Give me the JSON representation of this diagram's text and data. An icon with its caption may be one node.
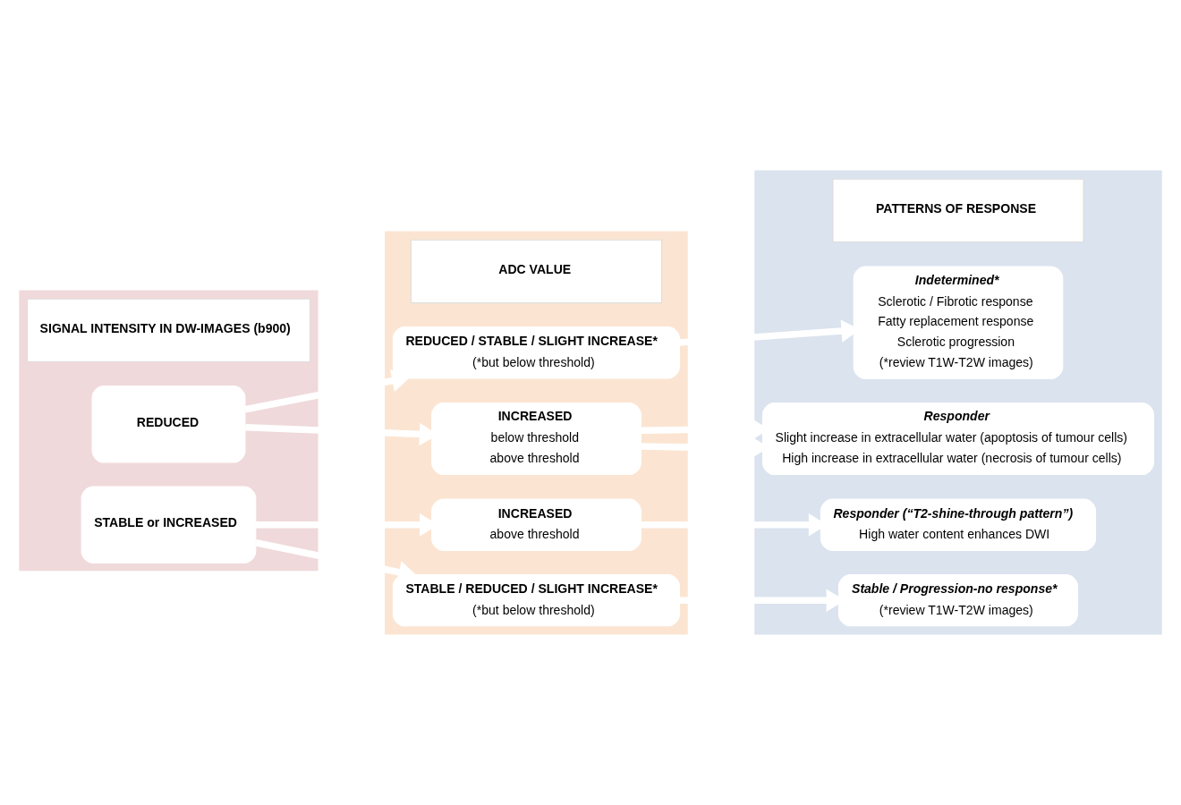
{
  "diagram": {
    "nodes": [
      {
        "text": [],
        "shape": "band"
      },
      {
        "text": [],
        "shape": "band"
      },
      {
        "text": [],
        "shape": "band"
      },
      {
        "text": [
          "SIGNAL INTENSITY IN DW-IMAGES (b900)"
        ],
        "in": 0
      },
      {
        "text": [
          "REDUCED"
        ],
        "in": 0
      },
      {
        "text": [
          "STABLE or INCREASED"
        ],
        "in": 0
      },
      {
        "text": [
          "ADC VALUE"
        ],
        "in": 1
      },
      {
        "text": [
          "REDUCED / STABLE / SLIGHT INCREASE*",
          "(*but below threshold)"
        ],
        "in": 1
      },
      {
        "text": [
          "INCREASED",
          "below threshold",
          "above threshold"
        ],
        "in": 1
      },
      {
        "text": [
          "INCREASED",
          "above threshold"
        ],
        "in": 1
      },
      {
        "text": [
          "STABLE / REDUCED / SLIGHT INCREASE*",
          "(*but below threshold)"
        ],
        "in": 1
      },
      {
        "text": [
          "PATTERNS OF RESPONSE"
        ],
        "in": 2
      },
      {
        "text": [
          "Indetermined*",
          "Sclerotic / Fibrotic response",
          "Fatty replacement response",
          "Sclerotic progression",
          "(*review T1W-T2W images)"
        ],
        "in": 2
      },
      {
        "text": [
          "Responder",
          "Slight increase in extracellular water (apoptosis of tumour cells)",
          "High increase in extracellular water (necrosis of tumour cells)"
        ],
        "in": 2
      },
      {
        "text": [
          "Responder (“T2-shine-through pattern”)",
          "High water content enhances DWI"
        ],
        "in": 2
      },
      {
        "text": [
          "Stable / Progression-no response*",
          "(*review T1W-T2W images)"
        ],
        "in": 2
      }
    ],
    "edges": [
      {
        "from": 4,
        "to": 7,
        "arrow": "to"
      },
      {
        "from": 4,
        "to": 8,
        "arrow": "to"
      },
      {
        "from": 7,
        "to": 12,
        "arrow": "to"
      },
      {
        "from": 8,
        "to": 13,
        "arrow": "to"
      },
      {
        "from": 8,
        "to": 13,
        "arrow": "to"
      },
      {
        "from": 5,
        "to": 9,
        "arrow": "to"
      },
      {
        "from": 5,
        "to": 10,
        "arrow": "to"
      },
      {
        "from": 9,
        "to": 14,
        "arrow": "to"
      },
      {
        "from": 10,
        "to": 15,
        "arrow": "to"
      }
    ]
  }
}
